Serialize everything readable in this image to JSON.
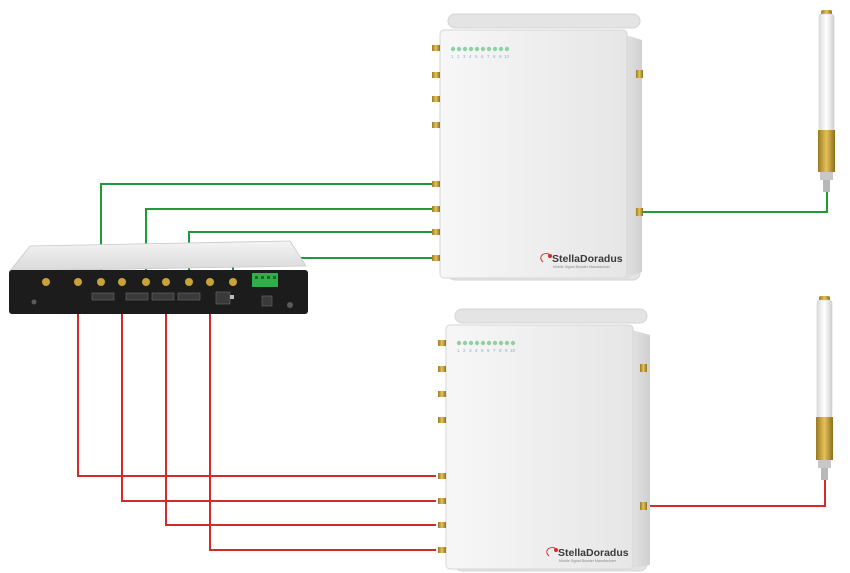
{
  "colors": {
    "uplink_cable": "#1e9a3c",
    "downlink_cable": "#d42a2a",
    "connector_gold": "#c9a23a",
    "enclosure": "#eeeeee",
    "router_body": "#1c1c1c",
    "terminal_block": "#2fae4a",
    "led": "#8fd1a6",
    "brand_star": "#d42a2a"
  },
  "boosters": [
    {
      "brand_name": "StellaDoradus",
      "tagline": "Mobile Signal Booster Manufacturer",
      "led_numbers": [
        "1",
        "2",
        "3",
        "4",
        "5",
        "6",
        "7",
        "8",
        "9",
        "10"
      ]
    },
    {
      "brand_name": "StellaDoradus",
      "tagline": "Mobile Signal Booster Manufacturer",
      "led_numbers": [
        "1",
        "2",
        "3",
        "4",
        "5",
        "6",
        "7",
        "8",
        "9",
        "10"
      ]
    }
  ],
  "icons": {
    "antenna_top": "omni-antenna-icon",
    "antenna_bottom": "omni-antenna-icon",
    "router": "router-device-icon",
    "logo": "star-logo-icon"
  }
}
